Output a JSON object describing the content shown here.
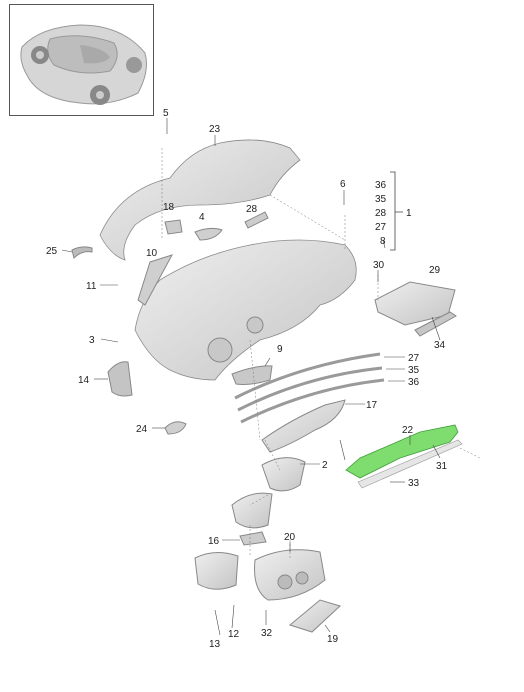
{
  "callouts": {
    "c2": "2",
    "c3": "3",
    "c4": "4",
    "c5": "5",
    "c6": "6",
    "c9": "9",
    "c10": "10",
    "c11": "11",
    "c12": "12",
    "c13": "13",
    "c14": "14",
    "c16": "16",
    "c17": "17",
    "c18": "18",
    "c19": "19",
    "c20": "20",
    "c22": "22",
    "c23": "23",
    "c24": "24",
    "c25": "25",
    "c27": "27",
    "c28": "28",
    "c29": "29",
    "c30": "30",
    "c31": "31",
    "c32": "32",
    "c33": "33",
    "c34": "34",
    "c35": "35",
    "c36": "36"
  },
  "group_bracket": {
    "items": [
      "36",
      "35",
      "28",
      "27",
      "8"
    ],
    "target": "1"
  },
  "trim_strips": [
    "27",
    "35",
    "36"
  ],
  "highlight_color": "#7fdc6f",
  "part_color": "#d9d9d9",
  "outline_color": "#8a8a8a"
}
